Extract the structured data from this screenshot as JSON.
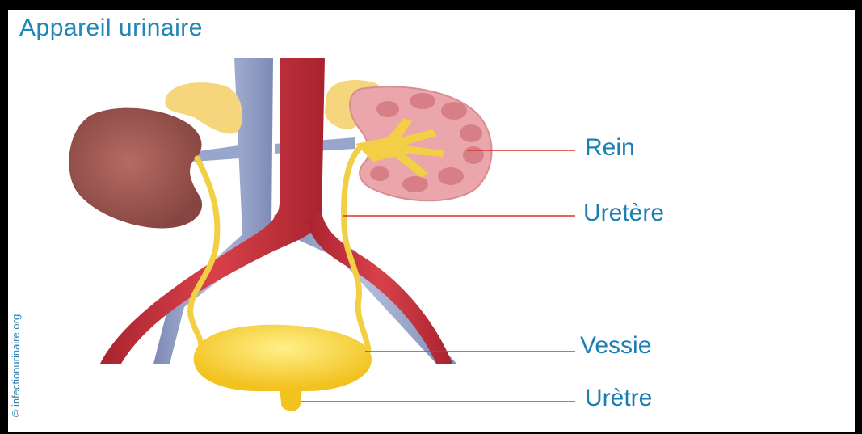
{
  "title": "Appareil urinaire",
  "credit": "© infectionurinaire.org",
  "labels": {
    "rein": "Rein",
    "uretere": "Uretère",
    "vessie": "Vessie",
    "uretre": "Urètre"
  },
  "colors": {
    "title": "#1f86b6",
    "label": "#1c7fb4",
    "leader_line": "#d9322f",
    "artery": "#c7303a",
    "vein": "#8d9bc4",
    "kidney": "#9a5450",
    "kidney_section": "#e9a3a8",
    "adrenal_gland": "#f6d67c",
    "ureter": "#f2cf44",
    "bladder": "#f7d33a"
  }
}
